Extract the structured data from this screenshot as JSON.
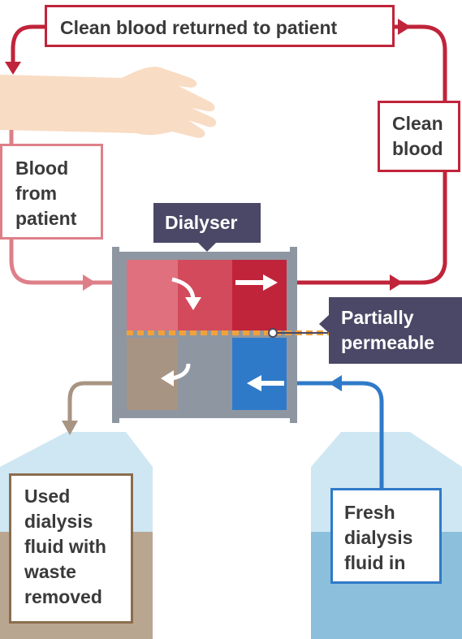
{
  "labels": {
    "returned": "Clean blood returned to patient",
    "clean_blood": [
      "Clean",
      "blood"
    ],
    "from_patient": [
      "Blood",
      "from",
      "patient"
    ],
    "dialyser": "Dialyser",
    "permeable": [
      "Partially",
      "permeable"
    ],
    "used_fluid": [
      "Used",
      "dialysis",
      "fluid with",
      "waste",
      "removed"
    ],
    "fresh_fluid": [
      "Fresh",
      "dialysis",
      "fluid in"
    ]
  },
  "colors": {
    "blood_clean": "#c0243a",
    "blood_dirty": "#de7f88",
    "used_fluid": "#a89482",
    "fresh_fluid": "#2f7ac8",
    "membrane": "#f2a13a",
    "tag_background": "#4a4866",
    "skin": "#f8dcc3",
    "tank_light": "#cfe7f3",
    "tank_fluid": "#8cbfdc"
  },
  "icons": [
    "arm-icon",
    "blood-flow-arrow-icon",
    "fluid-flow-arrow-icon",
    "curved-arrow-icon"
  ]
}
